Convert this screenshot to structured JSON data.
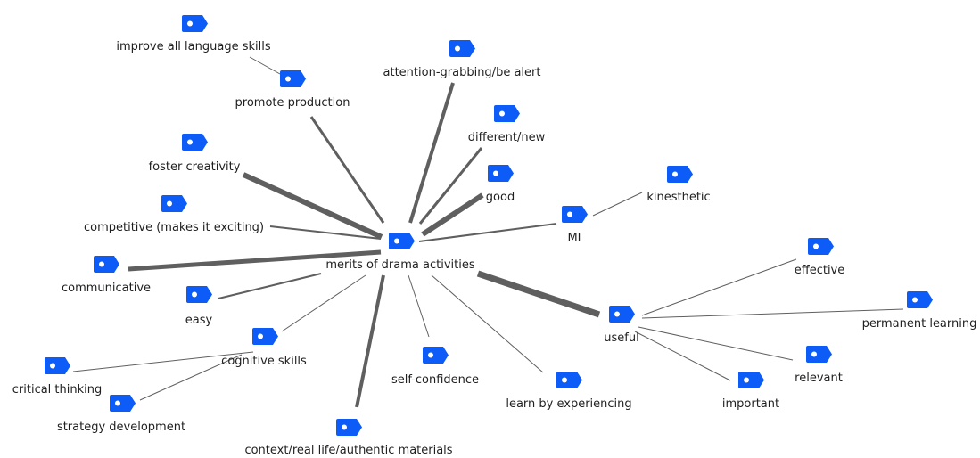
{
  "diagram": {
    "accent_color": "#0d5cf7",
    "edge_color": "#5f5f5f",
    "icon": "code-tag-icon",
    "nodes": [
      {
        "id": "root",
        "label": "merits of drama activities"
      },
      {
        "id": "useful",
        "label": "useful"
      },
      {
        "id": "mi",
        "label": "MI"
      },
      {
        "id": "cognitive",
        "label": "cognitive skills"
      },
      {
        "id": "promote",
        "label": "promote production"
      },
      {
        "id": "improve",
        "label": "improve all language skills"
      },
      {
        "id": "attention",
        "label": "attention-grabbing/be alert"
      },
      {
        "id": "different",
        "label": "different/new"
      },
      {
        "id": "good",
        "label": "good"
      },
      {
        "id": "kinesthetic",
        "label": "kinesthetic"
      },
      {
        "id": "foster",
        "label": "foster creativity"
      },
      {
        "id": "competitive",
        "label": "competitive (makes it exciting)"
      },
      {
        "id": "communicative",
        "label": "communicative"
      },
      {
        "id": "easy",
        "label": "easy"
      },
      {
        "id": "critical",
        "label": "critical thinking"
      },
      {
        "id": "strategy",
        "label": "strategy development"
      },
      {
        "id": "context",
        "label": "context/real life/authentic materials"
      },
      {
        "id": "selfconf",
        "label": "self-confidence"
      },
      {
        "id": "experiencing",
        "label": "learn by experiencing"
      },
      {
        "id": "effective",
        "label": "effective"
      },
      {
        "id": "permanent",
        "label": "permanent learning"
      },
      {
        "id": "relevant",
        "label": "relevant"
      },
      {
        "id": "important",
        "label": "important"
      }
    ],
    "edges": [
      {
        "from": "root",
        "to": "promote",
        "weight": 3
      },
      {
        "from": "root",
        "to": "attention",
        "weight": 4
      },
      {
        "from": "root",
        "to": "different",
        "weight": 3
      },
      {
        "from": "root",
        "to": "good",
        "weight": 6
      },
      {
        "from": "root",
        "to": "mi",
        "weight": 2
      },
      {
        "from": "root",
        "to": "foster",
        "weight": 6
      },
      {
        "from": "root",
        "to": "competitive",
        "weight": 2
      },
      {
        "from": "root",
        "to": "communicative",
        "weight": 5
      },
      {
        "from": "root",
        "to": "easy",
        "weight": 2
      },
      {
        "from": "root",
        "to": "cognitive",
        "weight": 1
      },
      {
        "from": "root",
        "to": "context",
        "weight": 4
      },
      {
        "from": "root",
        "to": "selfconf",
        "weight": 1
      },
      {
        "from": "root",
        "to": "experiencing",
        "weight": 1
      },
      {
        "from": "root",
        "to": "useful",
        "weight": 7
      },
      {
        "from": "mi",
        "to": "kinesthetic",
        "weight": 1
      },
      {
        "from": "improve",
        "to": "promote",
        "weight": 1
      },
      {
        "from": "cognitive",
        "to": "critical",
        "weight": 1
      },
      {
        "from": "cognitive",
        "to": "strategy",
        "weight": 1
      },
      {
        "from": "useful",
        "to": "effective",
        "weight": 1
      },
      {
        "from": "useful",
        "to": "permanent",
        "weight": 1
      },
      {
        "from": "useful",
        "to": "relevant",
        "weight": 1
      },
      {
        "from": "useful",
        "to": "important",
        "weight": 1
      }
    ]
  }
}
